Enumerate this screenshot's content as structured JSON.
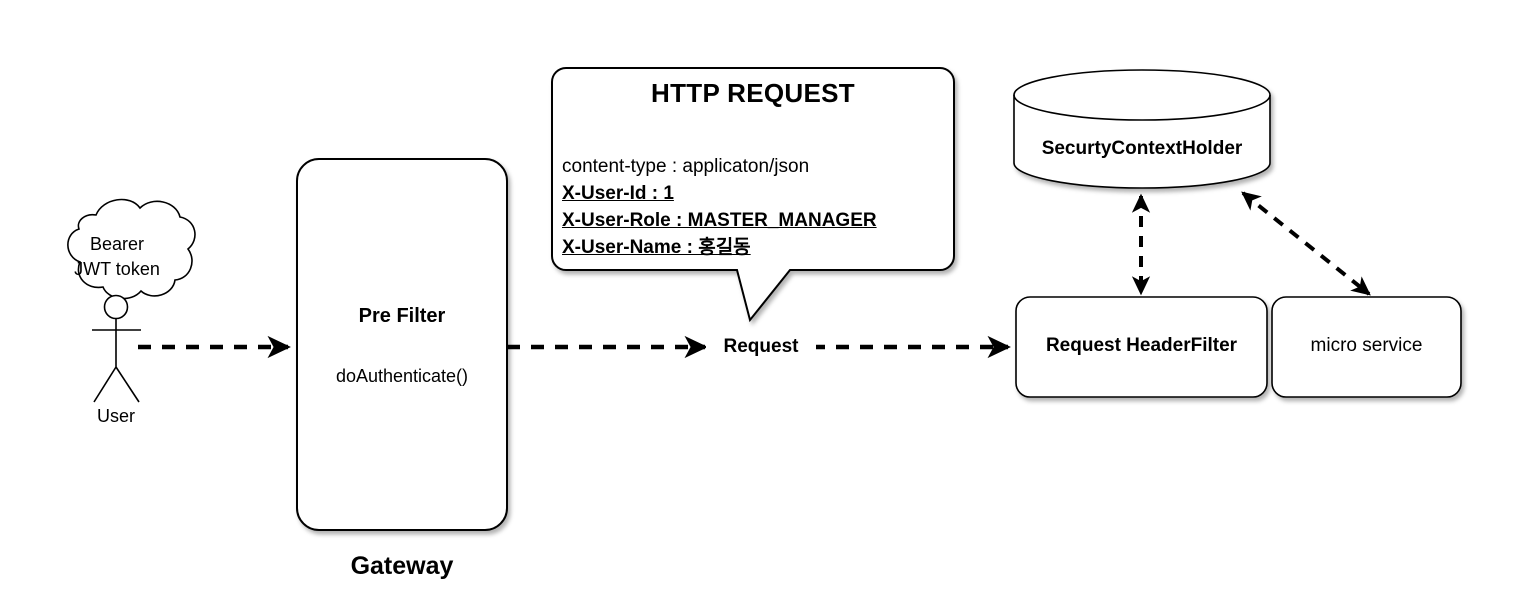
{
  "diagram": {
    "title_hidden": "",
    "actor": {
      "cloud_line1": "Bearer",
      "cloud_line2": "JWT token",
      "label": "User"
    },
    "gateway": {
      "caption": "Gateway",
      "filter_title": "Pre Filter",
      "filter_method": "doAuthenticate()"
    },
    "http_request_bubble": {
      "title": "HTTP REQUEST",
      "headers": [
        {
          "text": "content-type : applicaton/json",
          "bold": false,
          "underline": false
        },
        {
          "text": "X-User-Id : 1",
          "bold": true,
          "underline": true
        },
        {
          "text": "X-User-Role : MASTER_MANAGER",
          "bold": true,
          "underline": true
        },
        {
          "text": "X-User-Name : 홍길동",
          "bold": true,
          "underline": true
        }
      ]
    },
    "flow": {
      "request_label": "Request"
    },
    "backend": {
      "context_holder": "SecurtyContextHolder",
      "header_filter": "Request HeaderFilter",
      "micro_service": "micro service"
    },
    "colors": {
      "stroke": "#000000",
      "fill": "#ffffff",
      "background": "#ffffff"
    }
  }
}
